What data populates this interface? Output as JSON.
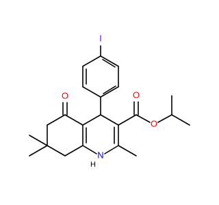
{
  "molecule": {
    "atoms": {
      "iodine": "I",
      "ketone_oxygen": "O",
      "ester_carbonyl_oxygen": "O",
      "ester_ether_oxygen": "O",
      "nitrogen": "N",
      "nitrogen_hydrogen": "H"
    },
    "colors": {
      "iodine": "#9400d3",
      "oxygen": "#ff0000",
      "nitrogen": "#0000ff",
      "hydrogen": "#000000",
      "bond": "#000000",
      "background": "#ffffff"
    }
  }
}
